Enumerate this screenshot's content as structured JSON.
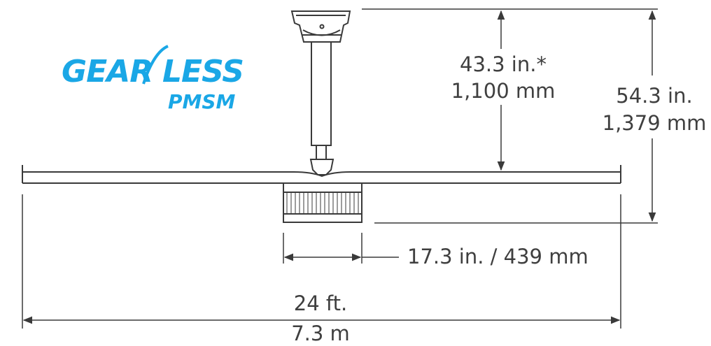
{
  "logo": {
    "word_left": "GEAR",
    "word_right": "LESS",
    "subtext": "PMSM",
    "color": "#1aa7e6"
  },
  "dimensions": {
    "drop_height_in": "43.3 in.*",
    "drop_height_mm": "1,100 mm",
    "total_height_in": "54.3 in.",
    "total_height_mm": "1,379 mm",
    "motor_width": "17.3 in. / 439 mm",
    "diameter_ft": "24 ft.",
    "diameter_m": "7.3 m"
  },
  "colors": {
    "line": "#3a3a3a",
    "text": "#3f3f3f"
  }
}
